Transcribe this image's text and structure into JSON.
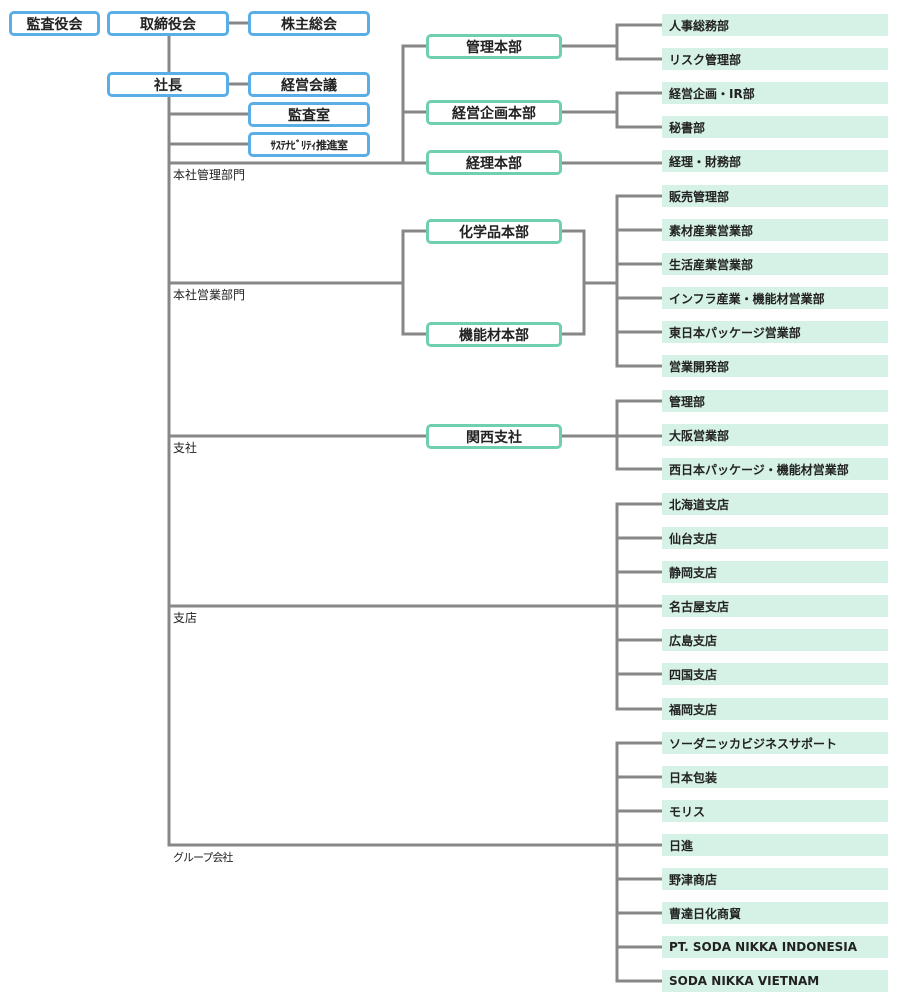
{
  "colors": {
    "line": "#878787",
    "top_border": "#5aaee6",
    "honbu_border": "#6fcfaf",
    "leaf_fill": "#d6f2e6"
  },
  "top": {
    "kansayakukai": "監査役会",
    "torishimariyakukai": "取締役会",
    "kabunushi_sokai": "株主総会",
    "shacho": "社長",
    "keiei_kaigi": "経営会議",
    "kansa_shitsu": "監査室",
    "sustainability": "ｻｽﾃﾅﾋﾞﾘﾃｨ推進室"
  },
  "segments": [
    {
      "label": "本社管理部門",
      "units": [
        {
          "name": "管理本部",
          "depts": [
            "人事総務部",
            "リスク管理部"
          ]
        },
        {
          "name": "経営企画本部",
          "depts": [
            "経営企画・IR部",
            "秘書部"
          ]
        },
        {
          "name": "経理本部",
          "depts": [
            "経理・財務部"
          ]
        }
      ]
    },
    {
      "label": "本社営業部門",
      "units": [
        {
          "name": "化学品本部"
        },
        {
          "name": "機能材本部"
        }
      ],
      "shared_depts": [
        "販売管理部",
        "素材産業営業部",
        "生活産業営業部",
        "インフラ産業・機能材営業部",
        "東日本パッケージ営業部",
        "営業開発部"
      ]
    },
    {
      "label": "支社",
      "units": [
        {
          "name": "関西支社",
          "depts": [
            "管理部",
            "大阪営業部",
            "西日本パッケージ・機能材営業部"
          ]
        }
      ]
    },
    {
      "label": "支店",
      "depts": [
        "北海道支店",
        "仙台支店",
        "静岡支店",
        "名古屋支店",
        "広島支店",
        "四国支店",
        "福岡支店"
      ]
    },
    {
      "label": "グループ会社",
      "depts": [
        "ソーダニッカビジネスサポート",
        "日本包装",
        "モリス",
        "日進",
        "野津商店",
        "曹達日化商貿",
        "PT. SODA NIKKA INDONESIA",
        "SODA NIKKA VIETNAM"
      ]
    }
  ]
}
